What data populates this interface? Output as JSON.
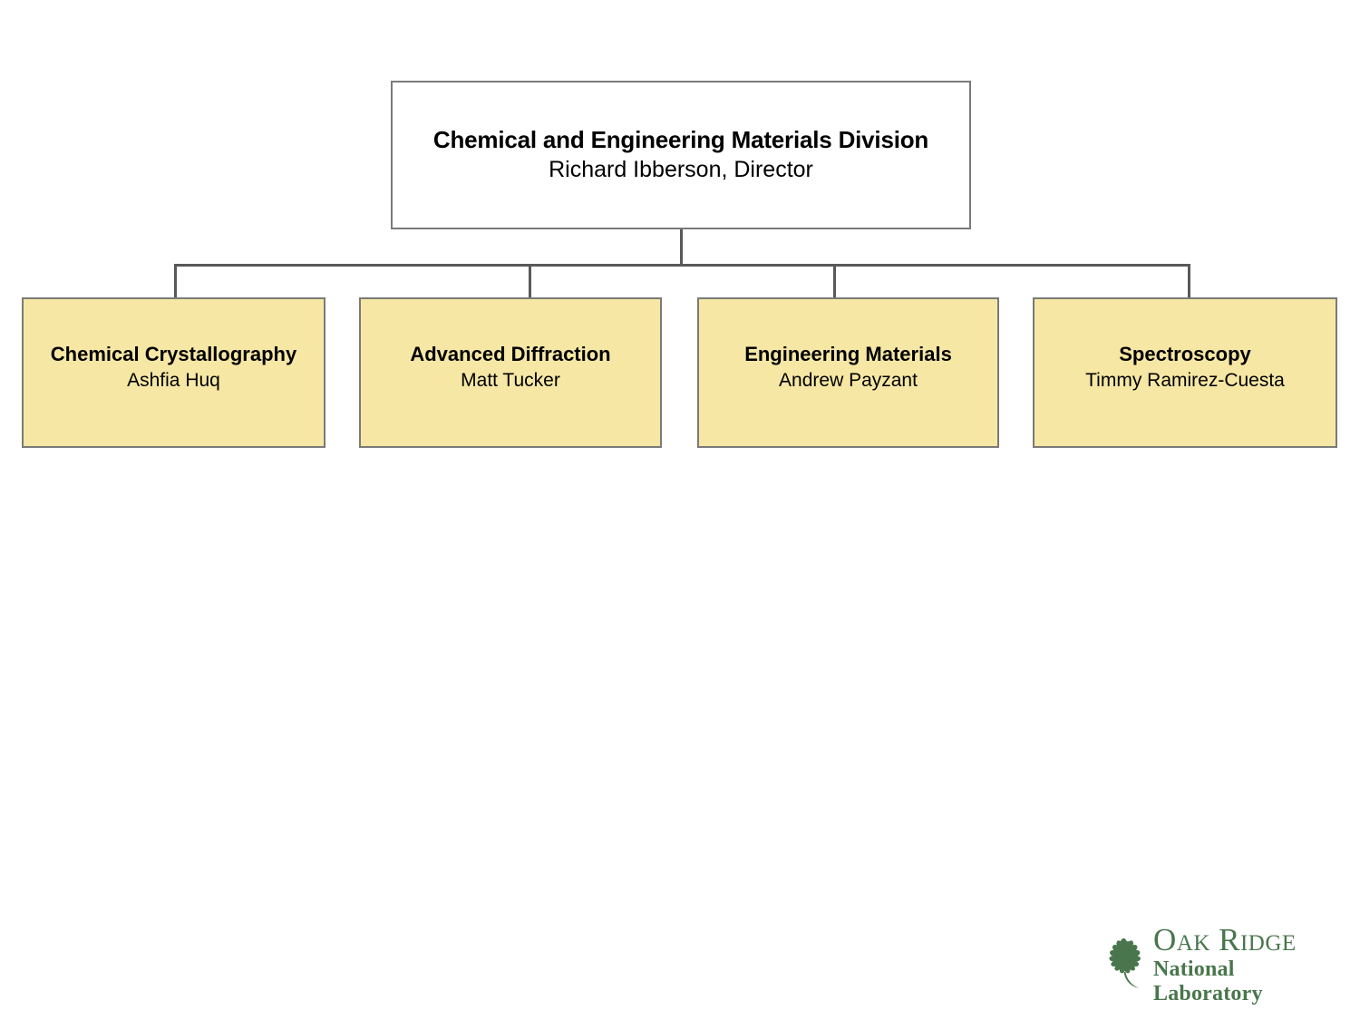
{
  "chart": {
    "type": "org-chart",
    "root": {
      "title": "Chemical and Engineering Materials Division",
      "person": "Richard Ibberson, Director",
      "fill": "#ffffff",
      "border": "#7a7a7a"
    },
    "children": [
      {
        "title": "Chemical Crystallography",
        "person": "Ashfia Huq",
        "fill": "#f6e7a4",
        "border": "#7a7a7a"
      },
      {
        "title": "Advanced Diffraction",
        "person": "Matt Tucker",
        "fill": "#f6e7a4",
        "border": "#7a7a7a"
      },
      {
        "title": "Engineering Materials",
        "person": "Andrew Payzant",
        "fill": "#f6e7a4",
        "border": "#7a7a7a"
      },
      {
        "title": "Spectroscopy",
        "person": "Timmy Ramirez-Cuesta",
        "fill": "#f6e7a4",
        "border": "#7a7a7a"
      }
    ],
    "connector_color": "#595959"
  },
  "logo": {
    "icon": "oak-leaf-icon",
    "primary_text": "Oak Ridge",
    "secondary_text": "National Laboratory",
    "color": "#49764c"
  }
}
